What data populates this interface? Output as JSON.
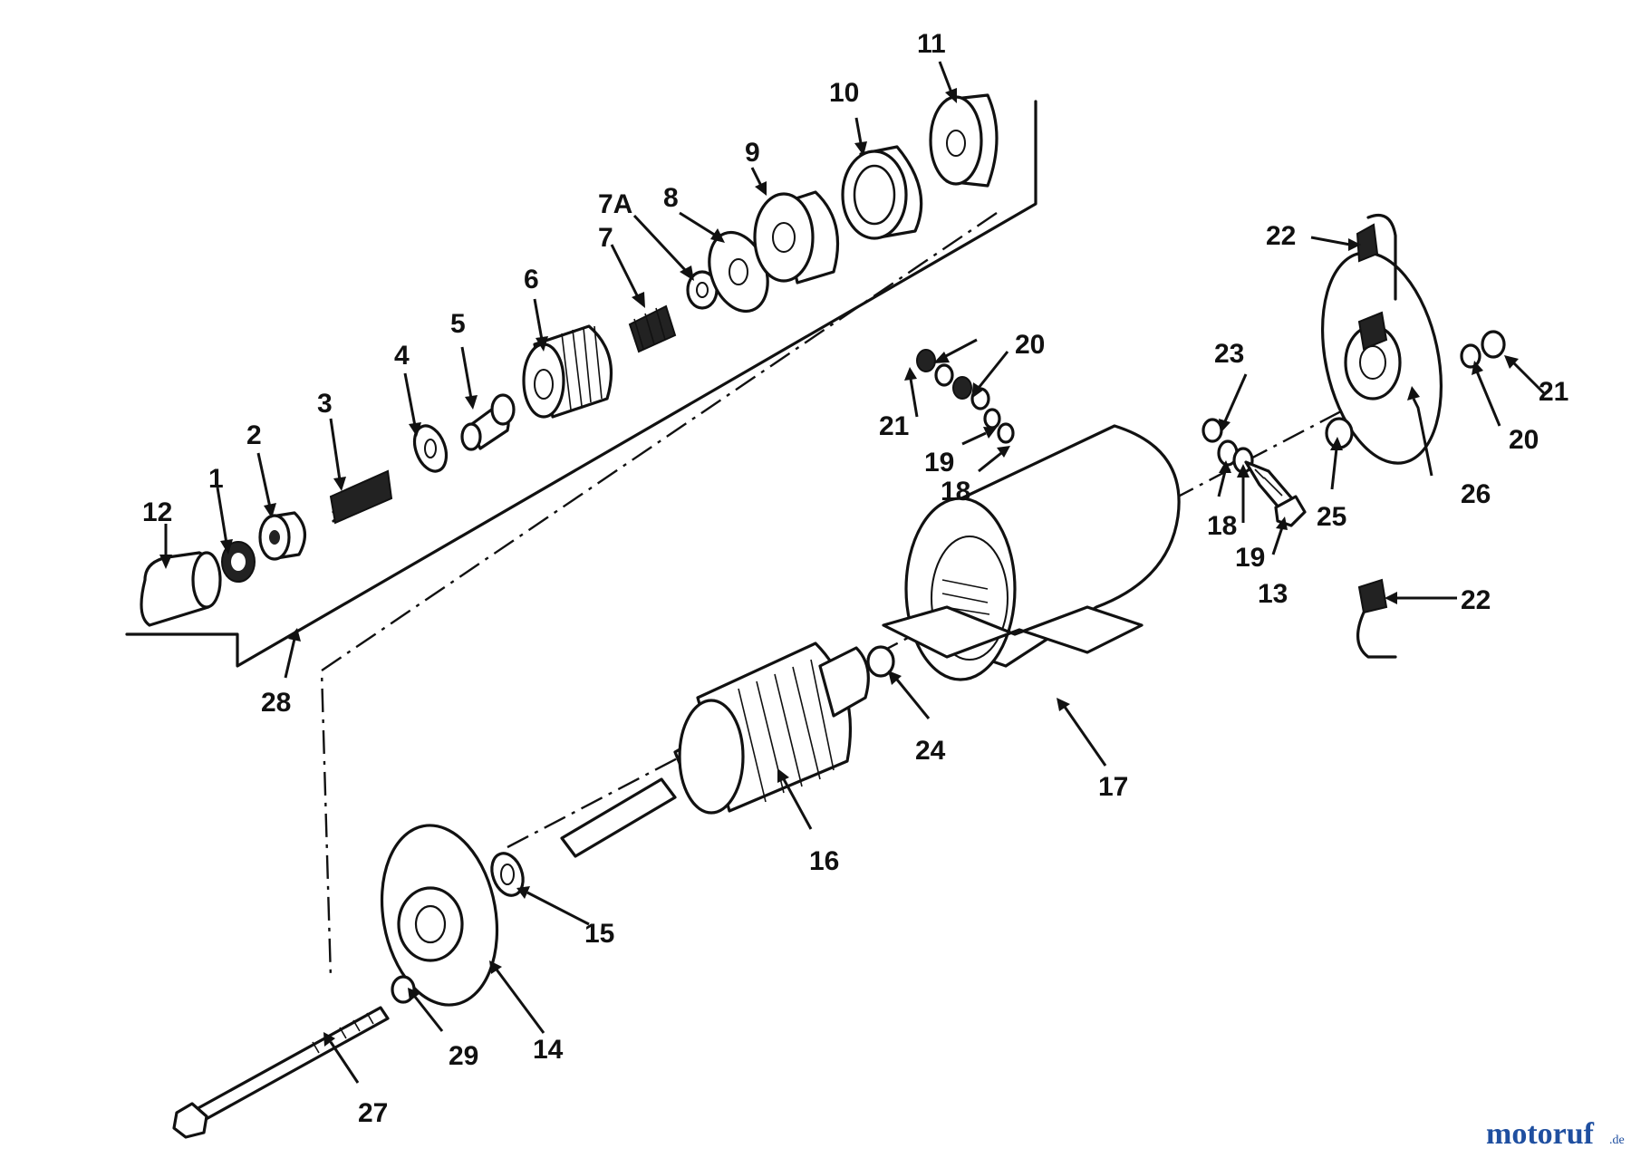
{
  "callouts": {
    "c1": "1",
    "c2": "2",
    "c3": "3",
    "c4": "4",
    "c5": "5",
    "c6": "6",
    "c7": "7",
    "c7a": "7A",
    "c8": "8",
    "c9": "9",
    "c10": "10",
    "c11": "11",
    "c12": "12",
    "c13": "13",
    "c14": "14",
    "c15": "15",
    "c16": "16",
    "c17": "17",
    "c18a": "18",
    "c18b": "18",
    "c19a": "19",
    "c19b": "19",
    "c20a": "20",
    "c20b": "20",
    "c21a": "21",
    "c21b": "21",
    "c22a": "22",
    "c22b": "22",
    "c23": "23",
    "c24": "24",
    "c25": "25",
    "c26": "26",
    "c27": "27",
    "c28": "28",
    "c29": "29"
  },
  "watermark": {
    "brand_main": "motoruf",
    "brand_tld": ".de",
    "color_primary": "#1f4fa0",
    "color_accent": "#d23a2a"
  }
}
